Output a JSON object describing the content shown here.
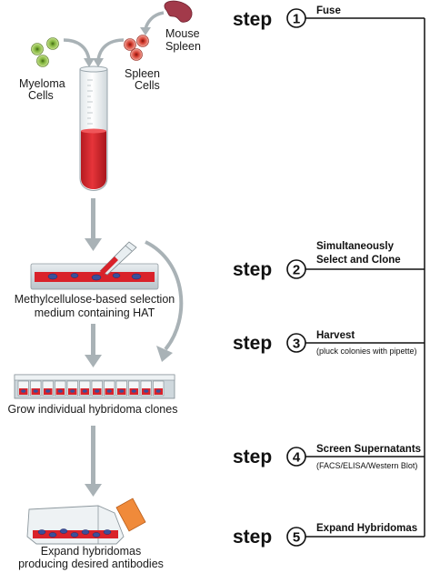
{
  "left": {
    "mouse_label_1": "Mouse",
    "mouse_label_2": "Spleen",
    "myeloma_label_1": "Myeloma",
    "myeloma_label_2": "Cells",
    "spleen_label_1": "Spleen",
    "spleen_label_2": "Cells",
    "selection_label_1": "Methylcellulose-based selection",
    "selection_label_2": "medium containing HAT",
    "grow_label": "Grow individual hybridoma clones",
    "expand_label_1": "Expand hybridomas",
    "expand_label_2": "producing desired antibodies"
  },
  "steps": [
    {
      "word": "step",
      "num": "1",
      "title": "Fuse",
      "title2": "",
      "sub": ""
    },
    {
      "word": "step",
      "num": "2",
      "title": "Simultaneously",
      "title2": "Select and Clone",
      "sub": ""
    },
    {
      "word": "step",
      "num": "3",
      "title": "Harvest",
      "title2": "",
      "sub": "(pluck colonies with pipette)"
    },
    {
      "word": "step",
      "num": "4",
      "title": "Screen Supernatants",
      "title2": "",
      "sub": "(FACS/ELISA/Western Blot)"
    },
    {
      "word": "step",
      "num": "5",
      "title": "Expand Hybridomas",
      "title2": "",
      "sub": ""
    }
  ],
  "colors": {
    "medium_red": "#d9222a",
    "arrow_gray": "#a9b2b6",
    "myeloma_green": "#7fb33a",
    "spleen_red": "#d33a2c",
    "flask_orange": "#f08a3a"
  }
}
